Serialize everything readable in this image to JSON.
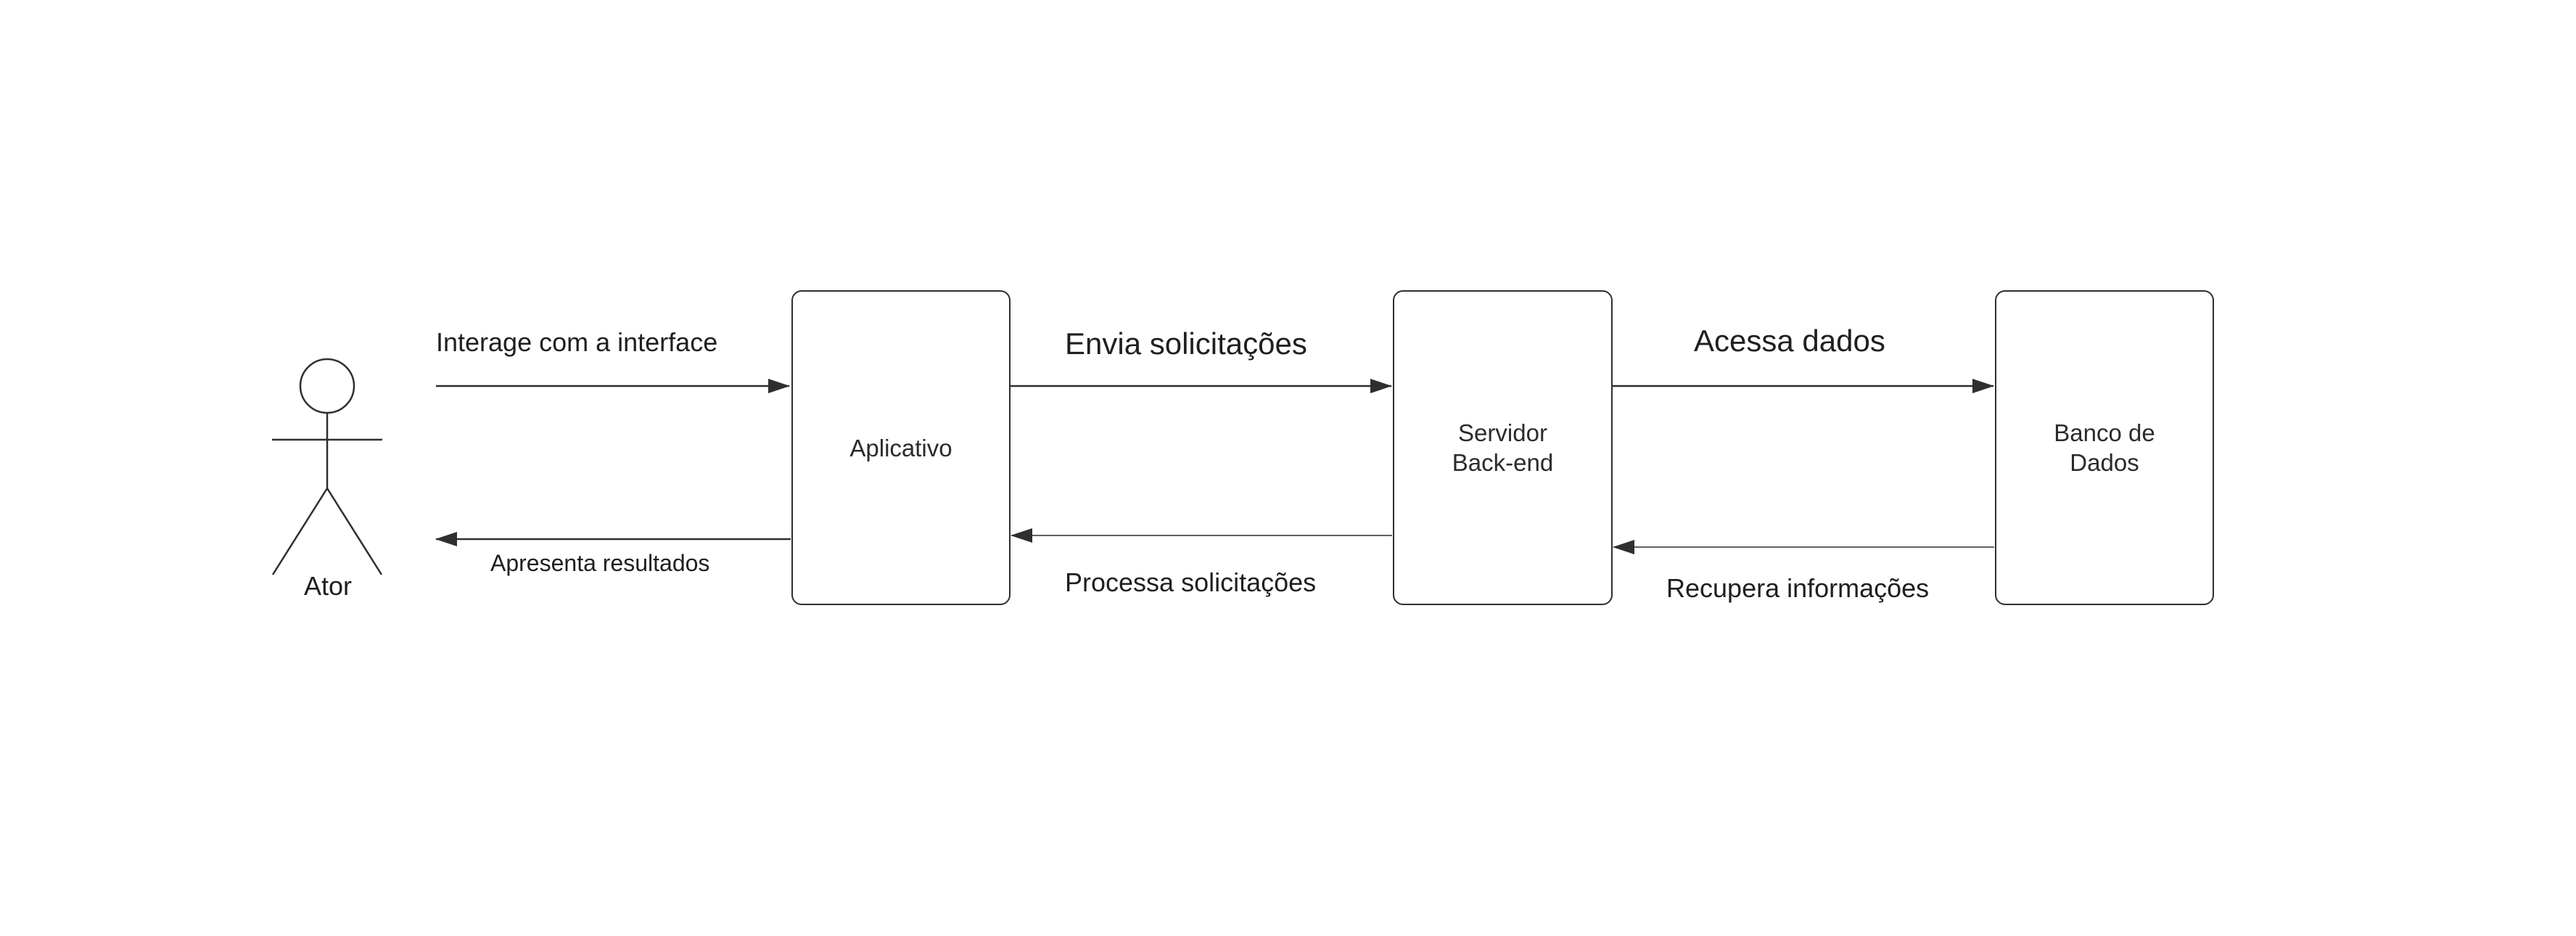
{
  "actor": {
    "label": "Ator"
  },
  "components": {
    "app": {
      "label": "Aplicativo"
    },
    "server": {
      "label": "Servidor\nBack-end"
    },
    "database": {
      "label": "Banco de\nDados"
    }
  },
  "flows": {
    "actor_to_app": "Interage com a interface",
    "app_to_actor": "Apresenta resultados",
    "app_to_server": "Envia solicitações",
    "server_to_app": "Processa solicitações",
    "server_to_db": "Acessa dados",
    "db_to_server": "Recupera informações"
  },
  "colors": {
    "stroke": "#2f2f2f",
    "text": "#2b2b2b",
    "background": "#ffffff"
  }
}
